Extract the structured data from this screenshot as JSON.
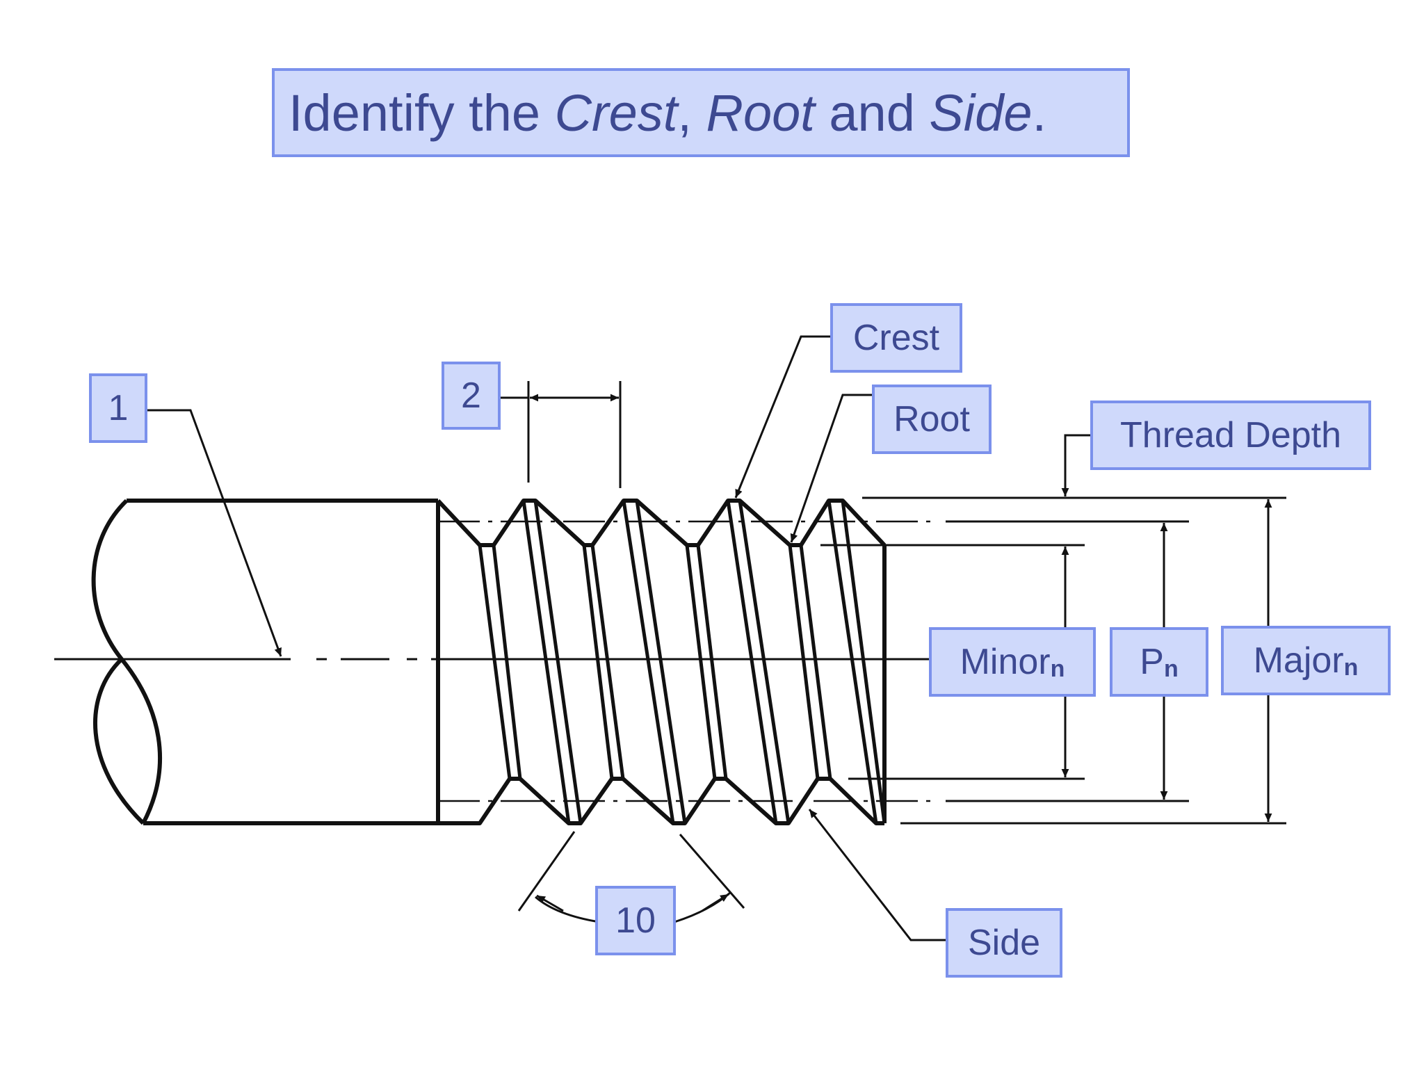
{
  "title": {
    "part1": "Identify the ",
    "crest": "Crest",
    "sep": ", ",
    "root": "Root",
    "and": " and ",
    "side": "Side",
    "end": "."
  },
  "labels": {
    "num1": "1",
    "num2": "2",
    "num10": "10",
    "crest": "Crest",
    "root": "Root",
    "thread_depth": "Thread Depth",
    "side": "Side",
    "minor": "Minor",
    "minor_sub": "n",
    "p": "P",
    "p_sub": "n",
    "major": "Major",
    "major_sub": "n"
  },
  "colors": {
    "label_fill": "#cfd9fb",
    "label_border": "#7b91ec",
    "label_text": "#3d4991",
    "line": "#111111"
  }
}
